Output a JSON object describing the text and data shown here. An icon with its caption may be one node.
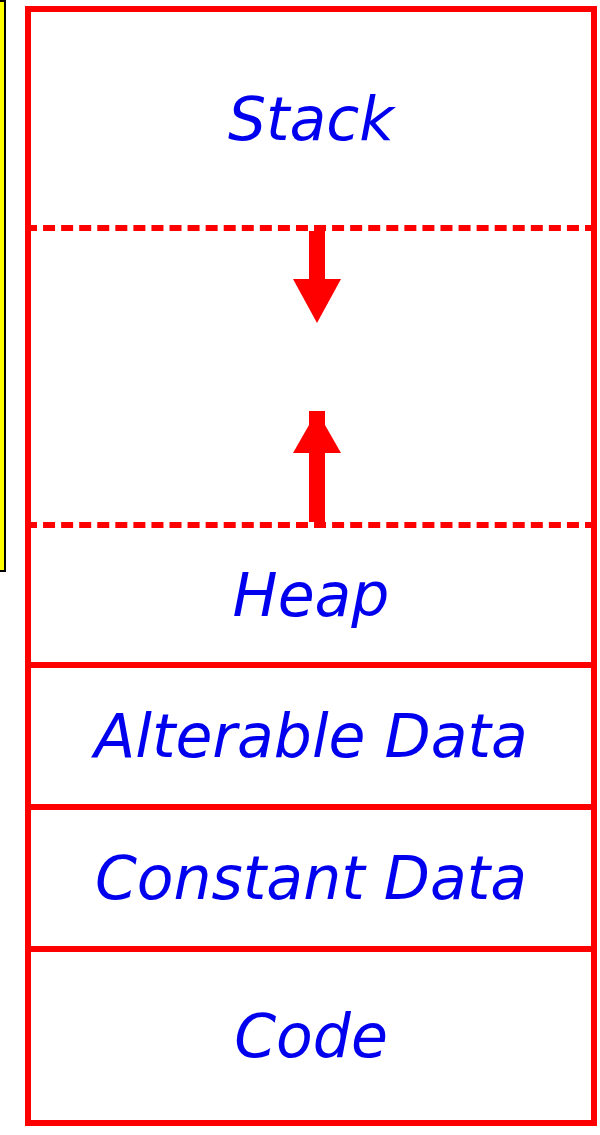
{
  "diagram": {
    "nodes": [
      {
        "text": [],
        "shape": "box"
      },
      {
        "text": [
          "Stack"
        ]
      },
      {
        "text": [],
        "shape": "box"
      },
      {
        "text": [
          "Heap"
        ]
      },
      {
        "text": [
          "Alterable Data"
        ]
      },
      {
        "text": [
          "Constant Data"
        ]
      },
      {
        "text": [
          "Code"
        ]
      }
    ]
  }
}
